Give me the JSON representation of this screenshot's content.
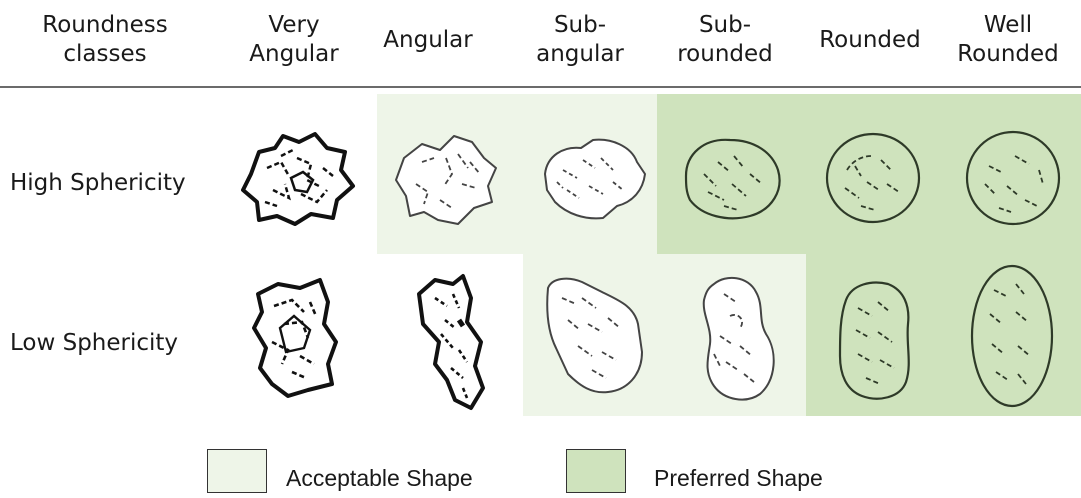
{
  "header": {
    "roundness_classes": [
      "Roundness",
      "classes"
    ],
    "very_angular": [
      "Very",
      "Angular"
    ],
    "angular": [
      "Angular"
    ],
    "sub_angular": [
      "Sub-",
      "angular"
    ],
    "sub_rounded": [
      "Sub-",
      "rounded"
    ],
    "rounded": [
      "Rounded"
    ],
    "well_rounded": [
      "Well",
      "Rounded"
    ]
  },
  "rows": {
    "high": "High Sphericity",
    "low": "Low Sphericity"
  },
  "legend": {
    "acceptable": "Acceptable Shape",
    "preferred": "Preferred Shape"
  },
  "colors": {
    "acceptable_fill": "#eef5e8",
    "preferred_fill": "#cfe3bd",
    "sketch_dark": "#111111",
    "sketch_light": "#444444"
  }
}
